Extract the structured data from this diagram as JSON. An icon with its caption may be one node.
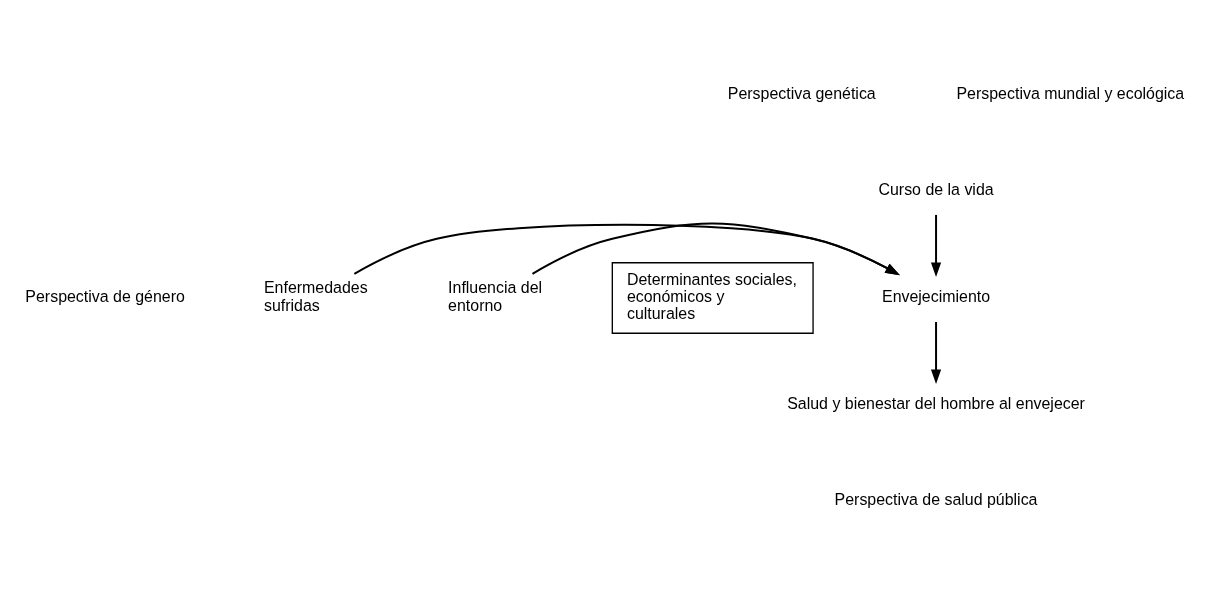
{
  "diagram": {
    "nodes": [
      {
        "text": [
          "Curso de la vida"
        ]
      },
      {
        "text": [
          "Enfermedades sufridas"
        ]
      },
      {
        "text": [
          "Envejecimiento"
        ]
      },
      {
        "text": [
          "Influencia del entorno"
        ]
      },
      {
        "text": [
          "Salud y bienestar del hombre al envejecer"
        ]
      },
      {
        "text": [
          "Determinantes sociales, económicos y culturales"
        ]
      }
    ],
    "edges": [
      {
        "from": 0,
        "to": 2,
        "arrow": "to"
      },
      {
        "from": 1,
        "to": 2,
        "arrow": "to"
      },
      {
        "from": 3,
        "to": 2,
        "arrow": "to"
      },
      {
        "from": 2,
        "to": 4,
        "arrow": "to"
      }
    ],
    "labels": [
      "Perspectiva genética",
      "Perspectiva mundial y ecológica",
      "Perspectiva de género",
      "Perspectiva de salud pública"
    ]
  }
}
